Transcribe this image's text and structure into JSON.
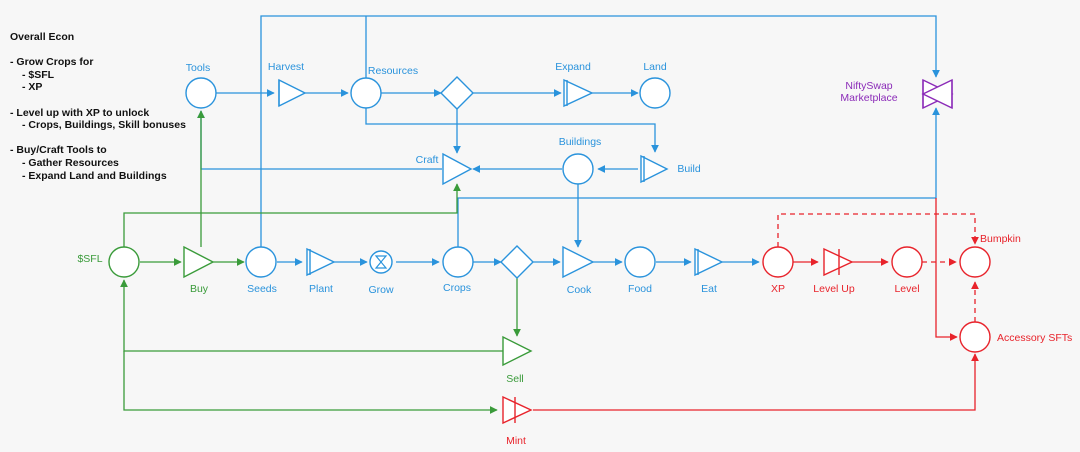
{
  "notes": {
    "title": "Overall Econ",
    "grow_heading": "- Grow Crops for",
    "grow_items": [
      "- $SFL",
      "- XP"
    ],
    "level_heading": "- Level up with XP to unlock",
    "level_items": [
      "- Crops, Buildings, Skill bonuses"
    ],
    "buy_heading": "- Buy/Craft Tools to",
    "buy_items": [
      "- Gather Resources",
      "- Expand Land and Buildings"
    ]
  },
  "colors": {
    "blue": "#2a93dc",
    "green": "#3a9b3a",
    "red": "#e8232b",
    "purple": "#8b2bb8"
  },
  "labels": {
    "tools": "Tools",
    "harvest": "Harvest",
    "resources": "Resources",
    "expand": "Expand",
    "land": "Land",
    "buildings": "Buildings",
    "craft": "Craft",
    "build": "Build",
    "sfl": "$SFL",
    "buy": "Buy",
    "seeds": "Seeds",
    "plant": "Plant",
    "grow": "Grow",
    "crops": "Crops",
    "cook": "Cook",
    "food": "Food",
    "eat": "Eat",
    "xp": "XP",
    "level_up": "Level Up",
    "level": "Level",
    "bumpkin": "Bumpkin",
    "accessory": "Accessory SFTs",
    "sell": "Sell",
    "mint": "Mint",
    "marketplace_line1": "NiftySwap",
    "marketplace_line2": "Marketplace"
  }
}
